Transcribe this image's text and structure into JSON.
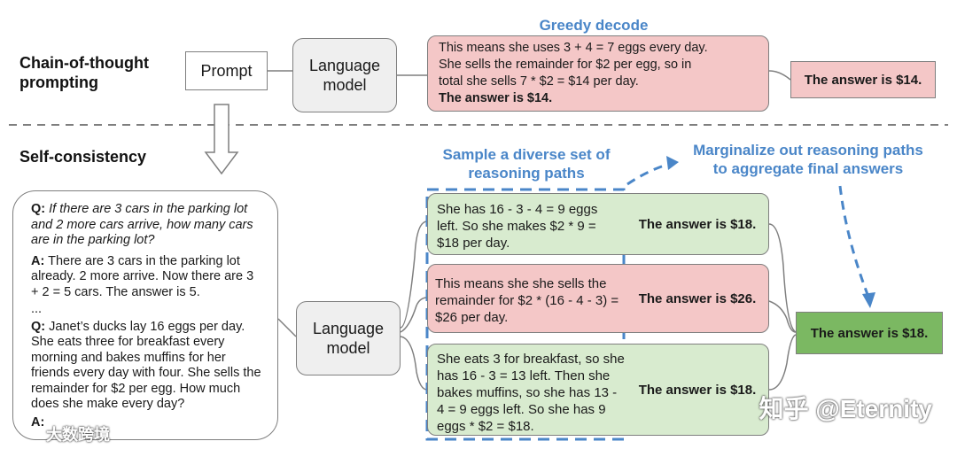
{
  "top": {
    "section_title": "Chain-of-thought\nprompting",
    "prompt_label": "Prompt",
    "lm_label": "Language\nmodel",
    "greedy_label": "Greedy decode",
    "reasoning_line1": "This means she uses 3 + 4 = 7 eggs every day.",
    "reasoning_line2": "She sells the remainder for $2 per egg, so in",
    "reasoning_line3": "total she sells 7 * $2 = $14 per day.",
    "reasoning_answer": "The answer is $14.",
    "answer": "The answer is $14."
  },
  "bottom": {
    "section_title": "Self-consistency",
    "question_box": {
      "q1_prefix": "Q:",
      "q1_text": "If there are 3 cars in the parking lot and 2 more cars arrive, how many cars are in the parking lot?",
      "a1_prefix": "A:",
      "a1_text": "There are 3 cars in the parking lot already. 2 more arrive. Now there are 3 + 2 = 5 cars. The answer is 5.",
      "ellipsis": "...",
      "q2_prefix": "Q:",
      "q2_text": "Janet’s ducks lay 16 eggs per day. She eats three for breakfast every morning and bakes muffins for her friends every day with four. She sells the remainder for $2 per egg. How much does she make every day?",
      "a2_prefix": "A:"
    },
    "lm_label": "Language\nmodel",
    "sample_label": "Sample a diverse set of\nreasoning paths",
    "marginalize_label": "Marginalize out reasoning paths\nto aggregate final answers",
    "paths": [
      {
        "reasoning": "She has 16 - 3 - 4 = 9 eggs left. So she makes $2 * 9 = $18 per day.",
        "answer": "The answer is $18.",
        "color": "#d8ebcf"
      },
      {
        "reasoning": "This means she she sells the remainder for $2 * (16 - 4 - 3) = $26 per day.",
        "answer": "The answer is $26.",
        "color": "#f4c7c7"
      },
      {
        "reasoning": "She eats 3 for breakfast, so she has 16 - 3 = 13 left. Then she bakes muffins, so she has 13 - 4 = 9 eggs left. So she has 9 eggs * $2 = $18.",
        "answer": "The answer is $18.",
        "color": "#d8ebcf"
      }
    ],
    "final_answer": "The answer is $18."
  },
  "watermarks": {
    "right": "知乎 @Eternity",
    "left": "大数跨境"
  },
  "colors": {
    "accent_blue": "#4a86c8",
    "pink": "#f4c7c7",
    "green_light": "#d8ebcf",
    "green_dark": "#7bb862"
  }
}
